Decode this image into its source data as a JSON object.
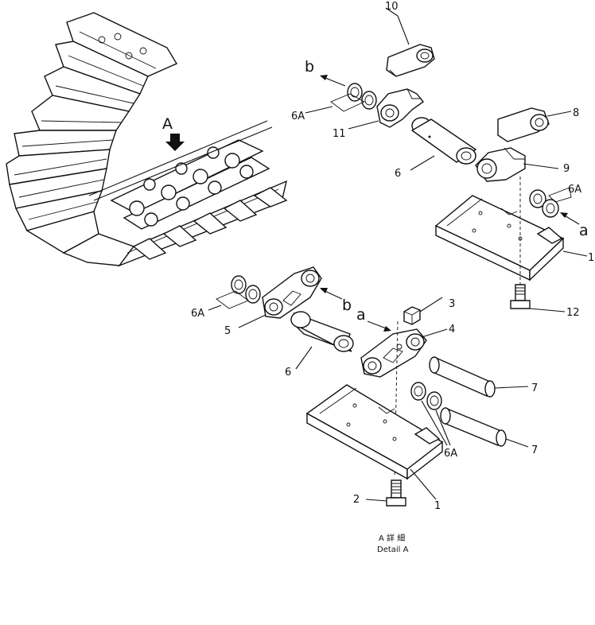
{
  "callouts": {
    "c10": "10",
    "c11": "11",
    "c8": "8",
    "c9": "9",
    "c6_top": "6",
    "c6A_b_top": "6A",
    "c6A_a_top": "6A",
    "c1_top": "1",
    "c12": "12",
    "c3": "3",
    "c4": "4",
    "c6A_left": "6A",
    "c5": "5",
    "c6_mid": "6",
    "c7_a": "7",
    "c7_b": "7",
    "c6A_bottom": "6A",
    "c2": "2",
    "c1_bottom": "1"
  },
  "markers": {
    "view_arrow": "A",
    "b_top": "b",
    "a_right": "a",
    "b_mid": "b",
    "a_mid": "a"
  },
  "caption": {
    "line1": "A 詳 細",
    "line2": "Detail A"
  }
}
